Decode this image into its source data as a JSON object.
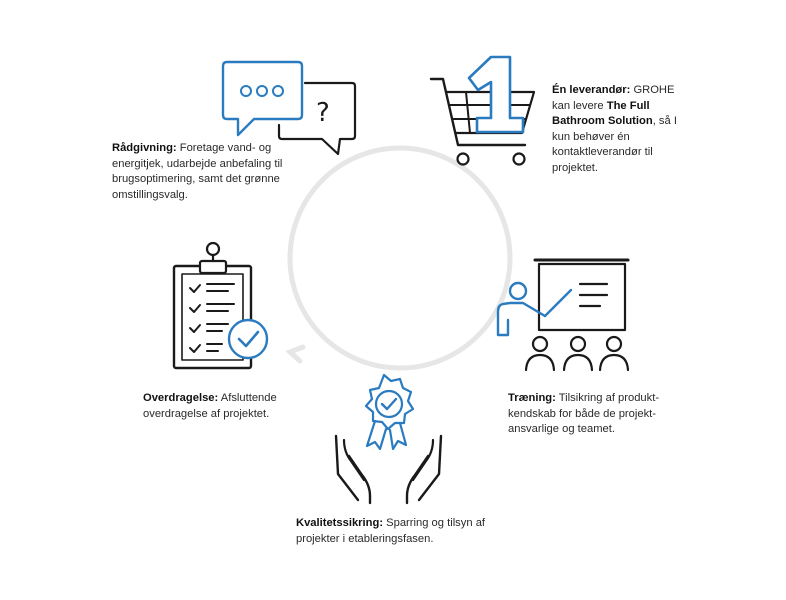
{
  "steps": {
    "raadgivning": {
      "title": "Rådgivning:",
      "text": "Foretage vand- og energitjek, udarbejde anbefaling til brugsoptimering, samt det grønne omstillingsvalg.",
      "icon": "speech-bubbles-icon"
    },
    "leverandoer": {
      "title": "Én leverandør:",
      "text_1": "GROHE kan levere",
      "brand": "The Full Bathroom Solution",
      "text_2": ", så I kun behøver én kontaktleverandør til projektet.",
      "icon": "shopping-cart-number-one-icon"
    },
    "traening": {
      "title": "Træning:",
      "text": "Tilsikring af produkt-kendskab for både de projekt-ansvarlige og teamet.",
      "icon": "presentation-board-icon"
    },
    "kvalitet": {
      "title": "Kvalitetssikring:",
      "text": "Sparring og tilsyn af projekter i etableringsfasen.",
      "icon": "award-rosette-hands-icon"
    },
    "overdragelse": {
      "title": "Overdragelse:",
      "text": "Afsluttende overdragelse af projektet.",
      "icon": "checklist-clipboard-icon"
    }
  },
  "colors": {
    "accent_blue": "#2a7bbf",
    "line_dark": "#1a1a1a",
    "cycle_grey": "#e6e6e6"
  }
}
